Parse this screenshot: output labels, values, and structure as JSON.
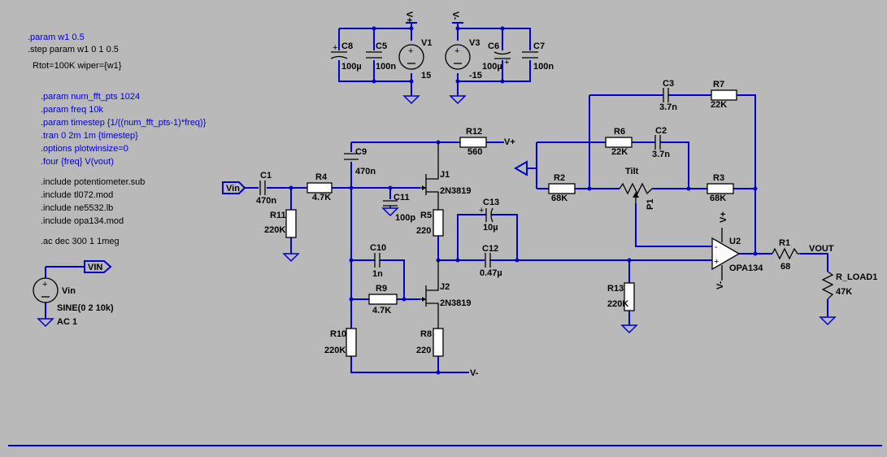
{
  "directives": [
    {
      "text": ".param w1 0.5",
      "color": "#0000cc"
    },
    {
      "text": ".step param w1 0 1 0.5",
      "color": "#000000"
    },
    {
      "text": "Rtot=100K wiper={w1}",
      "color": "#000000"
    },
    {
      "text": ".param num_fft_pts 1024",
      "color": "#0000cc"
    },
    {
      "text": ".param freq 10k",
      "color": "#0000cc"
    },
    {
      "text": ".param timestep {1/((num_fft_pts-1)*freq)}",
      "color": "#0000cc"
    },
    {
      "text": ".tran 0 2m 1m {timestep}",
      "color": "#0000cc"
    },
    {
      "text": ".options plotwinsize=0",
      "color": "#0000cc"
    },
    {
      "text": ".four {freq} V(vout)",
      "color": "#0000cc"
    },
    {
      "text": ".include potentiometer.sub",
      "color": "#000000"
    },
    {
      "text": ".include tl072.mod",
      "color": "#000000"
    },
    {
      "text": ".include ne5532.lb",
      "color": "#000000"
    },
    {
      "text": ".include opa134.mod",
      "color": "#000000"
    },
    {
      "text": ".ac dec 300 1 1meg",
      "color": "#000000"
    }
  ],
  "labels": {
    "c8": "C8",
    "c8_val": "100µ",
    "c5": "C5",
    "c5_val": "100n",
    "v1": "V1",
    "v1_val": "15",
    "v1_net": "V+",
    "v3": "V3",
    "v3_val": "-15",
    "v3_net": "V-",
    "c6": "C6",
    "c6_val": "100µ",
    "c7": "C7",
    "c7_val": "100n",
    "vin_flag": "Vin",
    "c1": "C1",
    "c1_val": "470n",
    "r11": "R11",
    "r11_val": "220K",
    "r4": "R4",
    "r4_val": "4.7K",
    "c9": "C9",
    "c9_val": "470n",
    "c11": "C11",
    "c11_val": "100p",
    "r12": "R12",
    "r12_val": "560",
    "r12_net": "V+",
    "j1": "J1",
    "j1_val": "2N3819",
    "r5": "R5",
    "r5_val": "220",
    "c13": "C13",
    "c13_val": "10µ",
    "c12": "C12",
    "c12_val": "0.47µ",
    "c10": "C10",
    "c10_val": "1n",
    "r9": "R9",
    "r9_val": "4.7K",
    "j2": "J2",
    "j2_val": "2N3819",
    "r10": "R10",
    "r10_val": "220K",
    "r8": "R8",
    "r8_val": "220",
    "vneg_net": "V-",
    "r13": "R13",
    "r13_val": "220K",
    "c3": "C3",
    "c3_val": "3.7n",
    "r7": "R7",
    "r7_val": "22K",
    "r6": "R6",
    "r6_val": "22K",
    "c2": "C2",
    "c2_val": "3.7n",
    "r2": "R2",
    "r2_val": "68K",
    "tilt": "Tilt",
    "p1": "P1",
    "r3": "R3",
    "r3_val": "68K",
    "u2": "U2",
    "u2_val": "OPA134",
    "u2_vp": "V+",
    "u2_vn": "V-",
    "r1": "R1",
    "r1_val": "68",
    "vout": "VOUT",
    "rload": "R_LOAD1",
    "rload_val": "47K",
    "vin_src": "Vin",
    "vin_src_val": "SINE(0 2 10k)",
    "vin_src_ac": "AC 1",
    "vin_src_flag": "VIN"
  },
  "colors": {
    "background": "#b9b9b9",
    "wire": "#0000cc",
    "component": "#000000",
    "directive": "#0000cc"
  }
}
